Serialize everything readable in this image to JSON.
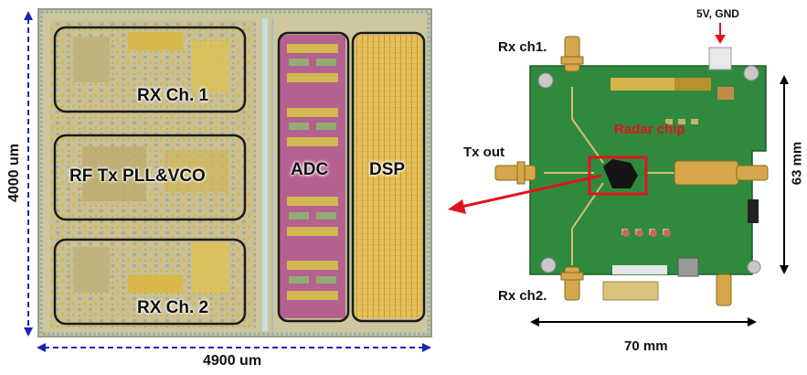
{
  "chip": {
    "blocks": {
      "rx1": "RX Ch. 1",
      "rf": "RF Tx PLL&VCO",
      "rx2": "RX Ch. 2",
      "adc": "ADC",
      "dsp": "DSP"
    },
    "dims": {
      "width": "4900 um",
      "height": "4000 um"
    }
  },
  "board": {
    "labels": {
      "rx1": "Rx ch1.",
      "rx2": "Rx ch2.",
      "tx": "Tx out",
      "power": "5V, GND",
      "radar": "Radar chip"
    },
    "dims": {
      "width": "70 mm",
      "height": "63 mm"
    }
  },
  "colors": {
    "dim_arrow": "#1c24b8",
    "highlight": "#e0141e",
    "pcb": "#2f8a3e",
    "adc": "#b05a8a",
    "dsp": "#e2b84a"
  }
}
